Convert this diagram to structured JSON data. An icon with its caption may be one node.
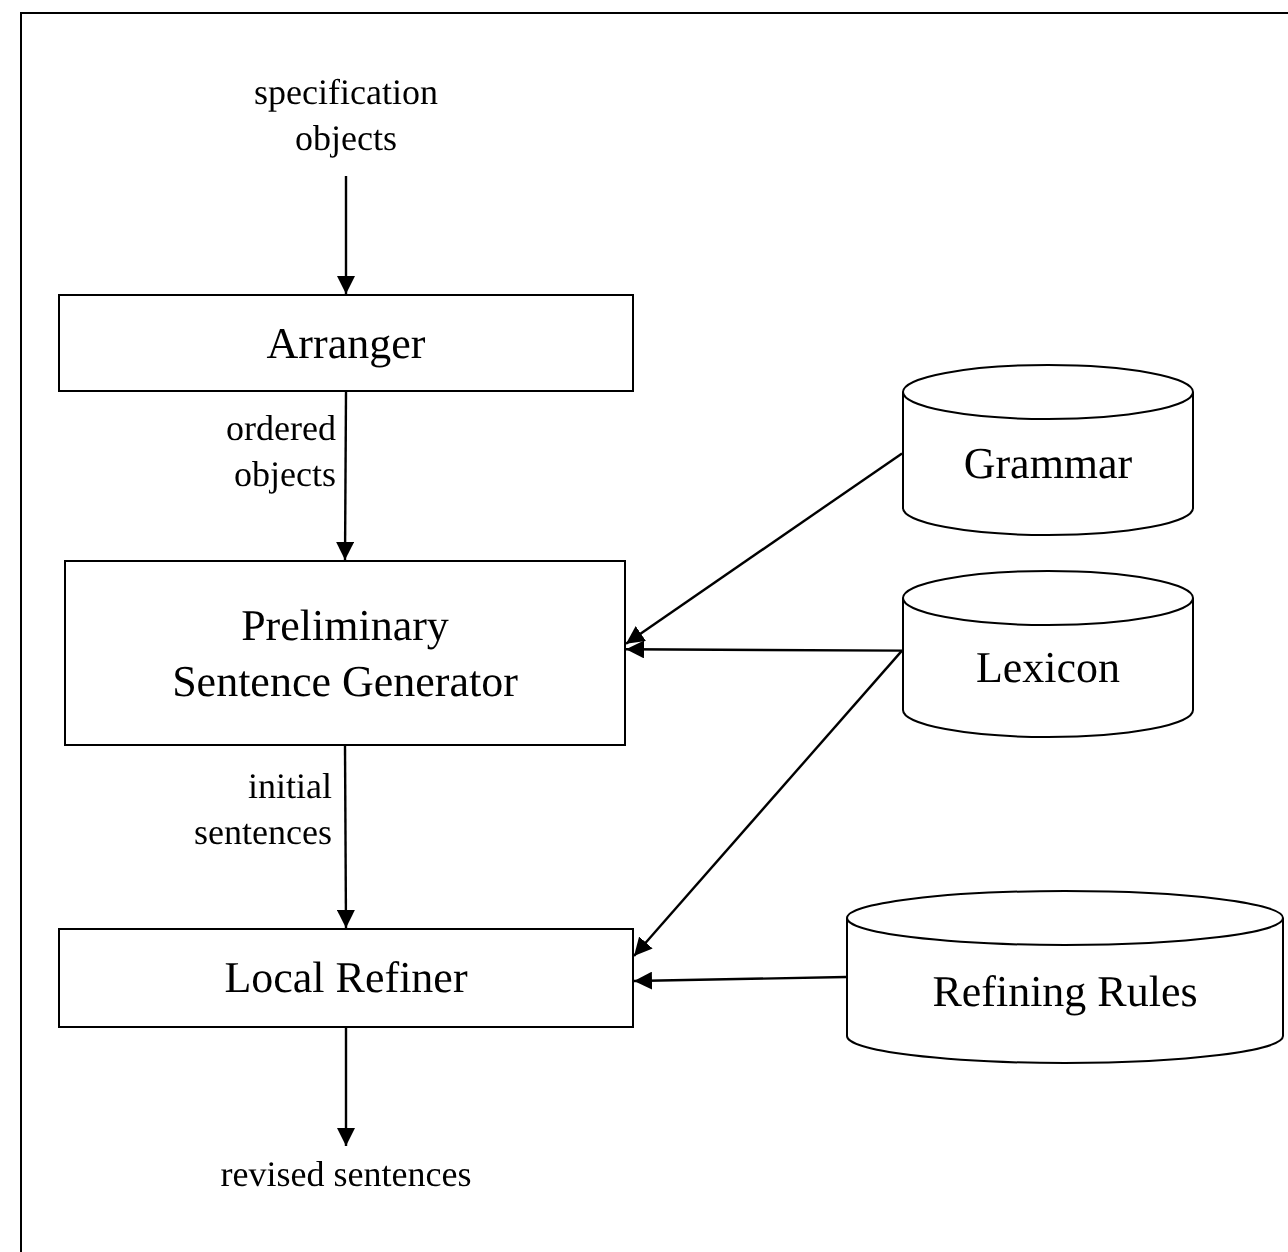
{
  "diagram": {
    "nodes": [
      {
        "text": [
          "specification objects"
        ]
      },
      {
        "text": [
          "Arranger"
        ]
      },
      {
        "text": [
          "Preliminary Sentence Generator"
        ]
      },
      {
        "text": [
          "Local Refiner"
        ]
      },
      {
        "text": [
          "revised sentences"
        ]
      },
      {
        "text": [
          "Grammar"
        ]
      },
      {
        "text": [
          "Lexicon"
        ]
      },
      {
        "text": [
          "Refining Rules"
        ]
      }
    ],
    "edges": [
      {
        "from": 0,
        "to": 1,
        "arrow": "to"
      },
      {
        "from": 1,
        "to": 2,
        "arrow": "to",
        "label": "ordered objects"
      },
      {
        "from": 2,
        "to": 3,
        "arrow": "to",
        "label": "initial sentences"
      },
      {
        "from": 3,
        "to": 4,
        "arrow": "to"
      },
      {
        "from": 5,
        "to": 2,
        "arrow": "to"
      },
      {
        "from": 6,
        "to": 2,
        "arrow": "to"
      },
      {
        "from": 6,
        "to": 3,
        "arrow": "to"
      },
      {
        "from": 7,
        "to": 3,
        "arrow": "to"
      }
    ]
  }
}
